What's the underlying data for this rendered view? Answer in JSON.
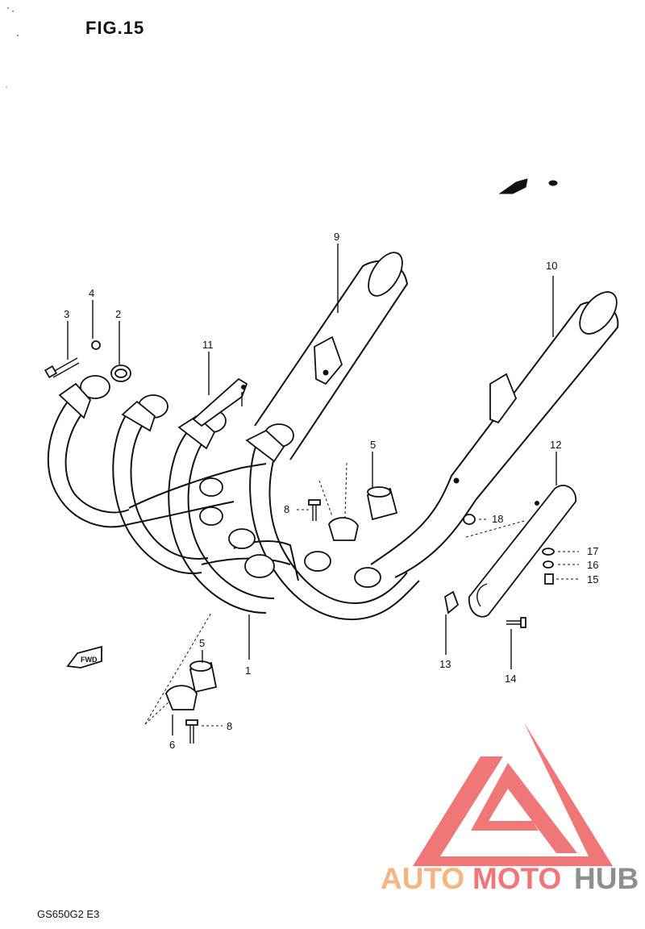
{
  "title": "FIG.15",
  "model_code": "GS650G2 E3",
  "fwd_label": "FWD",
  "watermark": {
    "part1": "AUTO",
    "part2": "MOTO",
    "part3": "HUB",
    "color_red": "#f07070",
    "color_orange": "#f5b07a",
    "color_gray": "#8a8a8a"
  },
  "callouts": {
    "c1": "1",
    "c2": "2",
    "c3": "3",
    "c4": "4",
    "c5a": "5",
    "c5b": "5",
    "c6": "6",
    "c8a": "8",
    "c8b": "8",
    "c9": "9",
    "c10": "10",
    "c11": "11",
    "c12": "12",
    "c13": "13",
    "c14": "14",
    "c15": "15",
    "c16": "16",
    "c17": "17",
    "c18": "18"
  }
}
